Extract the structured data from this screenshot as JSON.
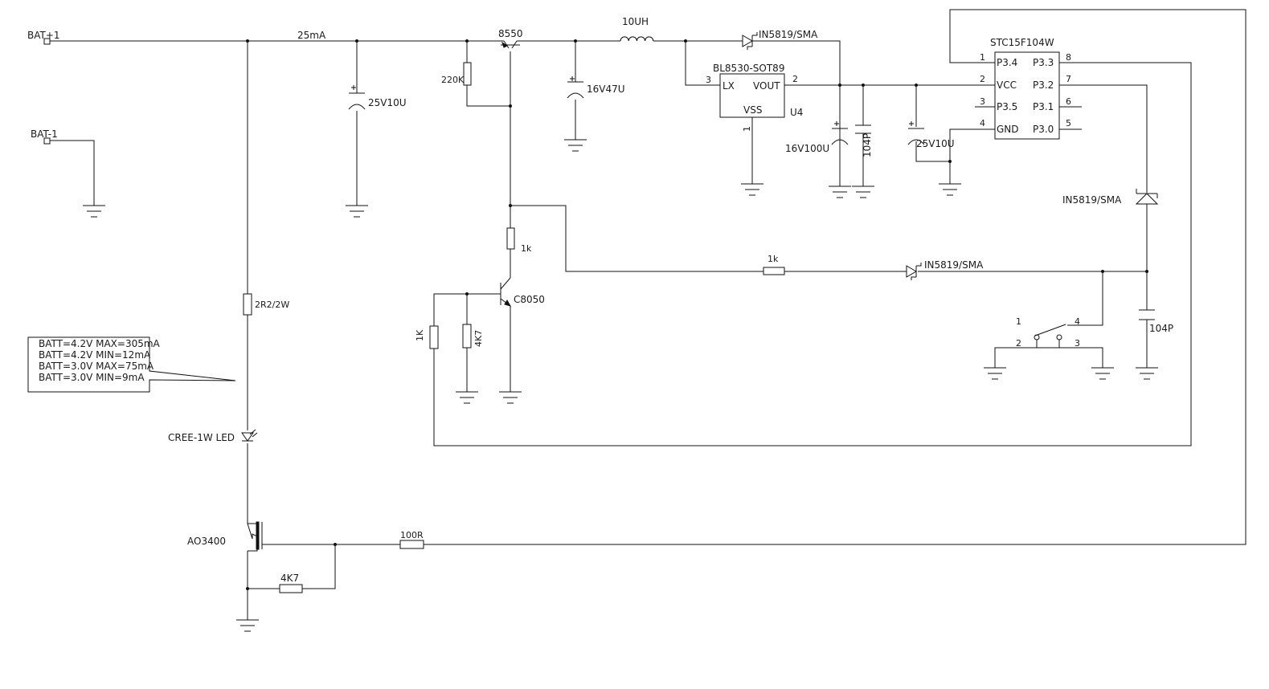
{
  "ports": {
    "bat_pos": "BAT+1",
    "bat_neg": "BAT-1"
  },
  "current_label": "25mA",
  "components": {
    "c_25v10u_a": "25V10U",
    "pnp": "8550",
    "r_220k": "220K",
    "c_16v47u": "16V47U",
    "inductor": "10UH",
    "diode_top": "IN5819/SMA",
    "ic_u4": {
      "part": "BL8530-SOT89",
      "ref": "U4",
      "pin_lx": "LX",
      "pin_vout": "VOUT",
      "pin_vss": "VSS",
      "num_lx": "3",
      "num_vout": "2",
      "num_vss": "1"
    },
    "c_16v100u": "16V100U",
    "c_104p_a": "104P",
    "c_25v10u_b": "25V10U",
    "mcu": {
      "part": "STC15F104W",
      "left_pins": [
        {
          "num": "1",
          "name": "P3.4"
        },
        {
          "num": "2",
          "name": "VCC"
        },
        {
          "num": "3",
          "name": "P3.5"
        },
        {
          "num": "4",
          "name": "GND"
        }
      ],
      "right_pins": [
        {
          "num": "8",
          "name": "P3.3"
        },
        {
          "num": "7",
          "name": "P3.2"
        },
        {
          "num": "6",
          "name": "P3.1"
        },
        {
          "num": "5",
          "name": "P3.0"
        }
      ]
    },
    "diode_right": "IN5819/SMA",
    "r_1k_a": "1k",
    "r_1k_b": "1k",
    "diode_mid": "IN5819/SMA",
    "npn": "C8050",
    "r_1k_c": "1K",
    "r_4k7_a": "4K7",
    "switch_pins": [
      "1",
      "4",
      "2",
      "3"
    ],
    "c_104p_b": "104P",
    "r_2r2": "2R2/2W",
    "led": "CREE-1W LED",
    "mosfet": "AO3400",
    "r_100r": "100R",
    "r_4k7_b": "4K7"
  },
  "note": [
    "BATT=4.2V MAX=305mA",
    "BATT=4.2V MIN=12mA",
    "BATT=3.0V MAX=75mA",
    "BATT=3.0V MIN=9mA"
  ]
}
